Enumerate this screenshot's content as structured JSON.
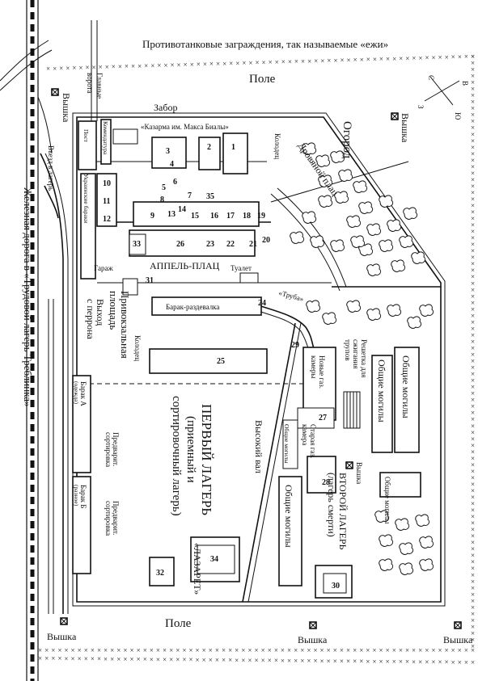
{
  "title": "Противотанковые заграждения, так называемые «ежи»",
  "fields": {
    "top": "Поле",
    "bottom": "Поле"
  },
  "towers": {
    "label": "Вышка"
  },
  "compass": {
    "n": "С",
    "s": "Ю",
    "w": "З",
    "e": "В"
  },
  "railway": "Железная дорога в «Трудовой лагерь Треблинка»",
  "entrance": "Въезд в лагерь",
  "gate": {
    "line1": "Главные",
    "line2": "ворота"
  },
  "labels": {
    "fence": "Забор",
    "garden": "Огород",
    "wood_yard": "Дровяной плац",
    "well": "Колодец",
    "barracks_max_biala": "«Казарма им. Макса Биалы»",
    "commandant": "Комендатура",
    "post": "Пост",
    "ukrainian_barracks": "Украинские бараки",
    "appel_platz": "АППЕЛЬ-ПЛАЦ",
    "toilet": "Туалет",
    "garage": "Гараж",
    "exit_platform": {
      "line1": "Выход",
      "line2": "с перрона"
    },
    "station_square": {
      "line1": "Привокзальная",
      "line2": "площадь"
    },
    "undressing_barrack": "Барак-раздевалка",
    "tube": "«Труба»",
    "new_gas": {
      "line1": "Новые газ.",
      "line2": "камеры"
    },
    "old_gas": {
      "line1": "Старая газ.",
      "line2": "камера"
    },
    "grate": {
      "line1": "Решетка для",
      "line2": "сжигания",
      "line3": "трупов"
    },
    "mass_graves": "Общие могилы",
    "high_rampart": "Высокий вал",
    "second_camp": {
      "line1": "ВТОРОЙ ЛАГЕРЬ",
      "line2": "(лагерь смерти)"
    },
    "first_camp": {
      "line1": "ПЕРВЫЙ ЛАГЕРЬ",
      "line2": "(приемный и",
      "line3": "сортировочный лагерь)"
    },
    "lazaret": "«ЛАЗАРЕТ»",
    "barrack_a": {
      "line1": "Барак А",
      "line2": "(одежда)"
    },
    "barrack_b": {
      "line1": "Барак Б",
      "line2": "(разное)"
    },
    "presort": {
      "line1": "Предварит.",
      "line2": "сортировка"
    }
  },
  "numbers": {
    "n1": "1",
    "n2": "2",
    "n3": "3",
    "n4": "4",
    "n5": "5",
    "n6": "6",
    "n7": "7",
    "n8": "8",
    "n9": "9",
    "n10": "10",
    "n11": "11",
    "n12": "12",
    "n13": "13",
    "n14": "14",
    "n15": "15",
    "n16": "16",
    "n17": "17",
    "n18": "18",
    "n19": "19",
    "n20": "20",
    "n21": "21",
    "n22": "22",
    "n23": "23",
    "n24": "24",
    "n25": "25",
    "n26": "26",
    "n27": "27",
    "n28": "28",
    "n29": "29",
    "n30": "30",
    "n31": "31",
    "n32": "32",
    "n33": "33",
    "n34": "34",
    "n35": "35"
  }
}
